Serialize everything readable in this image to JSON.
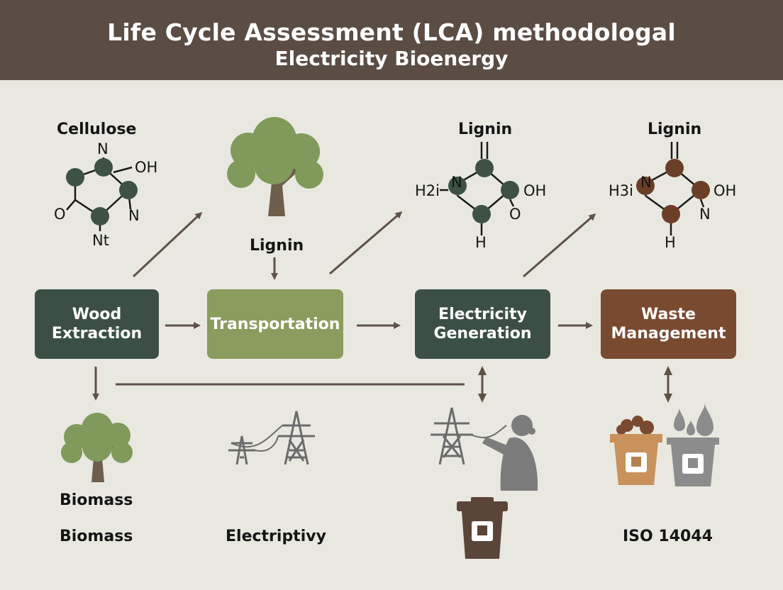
{
  "header": {
    "title": "Life Cycle Assessment (LCA) methodolog",
    "title_tail": "al",
    "subtitle": "Electricity Bioenergy"
  },
  "molecules": {
    "m1": {
      "title": "Cellulose",
      "top": "N",
      "right": "OH",
      "mid": "N",
      "left": "O",
      "bottom": "Nt"
    },
    "m2": {
      "title": "Lignin",
      "left": "H2i",
      "mid": "N",
      "right": "OH",
      "low": "O",
      "bottom": "H"
    },
    "m3": {
      "title": "Lignin",
      "left": "H3i",
      "mid": "N",
      "right": "OH",
      "low": "N",
      "bottom": "H"
    }
  },
  "labels": {
    "tree_label": "Lignin",
    "biomass_1": "Biomass",
    "biomass_2": "Biomass",
    "electricity": "Electriptivy",
    "iso": "ISO 14044"
  },
  "boxes": {
    "wood": {
      "line1": "Wood",
      "line2": "Extraction",
      "color": "#3b4f45"
    },
    "transport": {
      "line1": "Transportation",
      "color": "#8a9c5e"
    },
    "electricity": {
      "line1": "Electricity",
      "line2": "Generation",
      "color": "#3b4f45"
    },
    "waste": {
      "line1": "Waste",
      "line2": "Management",
      "color": "#7a4a30"
    }
  },
  "colors": {
    "header_bg": "#5b4d44",
    "background": "#e9e8e0",
    "arrow": "#5f5148",
    "tree_green": "#7f9a5a",
    "tree_trunk": "#6e5e4c",
    "atom_dark": "#3d5245",
    "atom_brown": "#6b3f27",
    "bin_orange": "#c9915c",
    "bin_gray": "#8c8c8c",
    "bin_dark": "#5b4538"
  }
}
